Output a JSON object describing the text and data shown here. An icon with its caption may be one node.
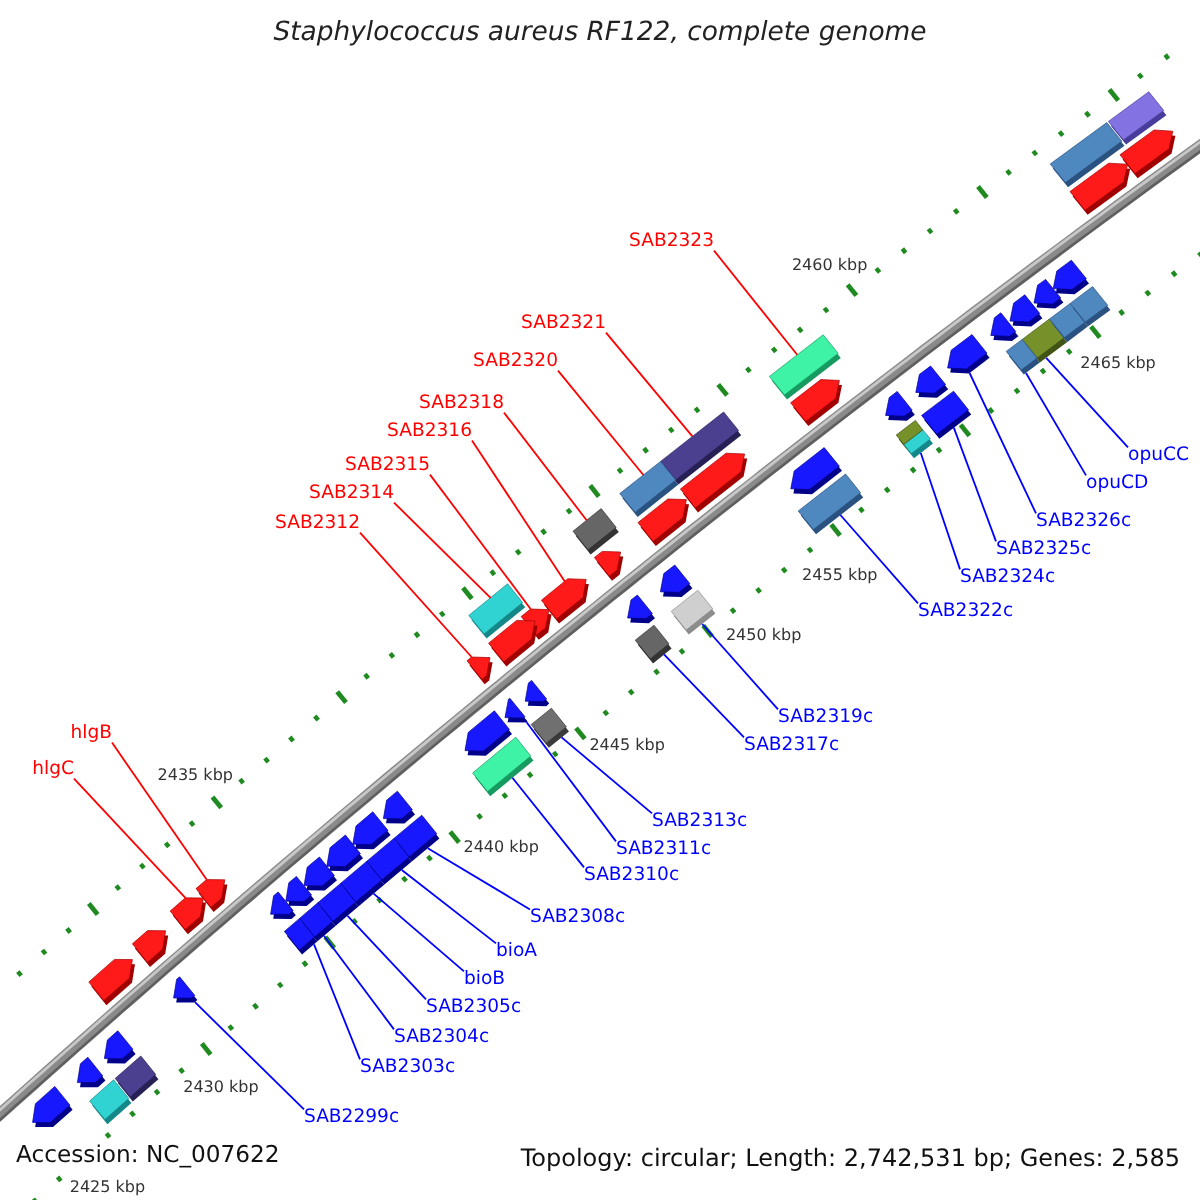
{
  "diagram": {
    "title": "Staphylococcus aureus RF122, complete genome",
    "nodes": [
      {
        "text": [
          "SAB2323"
        ]
      },
      {
        "text": [
          "SAB2321"
        ]
      },
      {
        "text": [
          "SAB2320"
        ]
      },
      {
        "text": [
          "SAB2318"
        ]
      },
      {
        "text": [
          "SAB2316"
        ]
      },
      {
        "text": [
          "SAB2315"
        ]
      },
      {
        "text": [
          "SAB2314"
        ]
      },
      {
        "text": [
          "SAB2312"
        ]
      },
      {
        "text": [
          "hlgB"
        ]
      },
      {
        "text": [
          "hlgC"
        ]
      },
      {
        "text": [
          "opuCC"
        ]
      },
      {
        "text": [
          "opuCD"
        ]
      },
      {
        "text": [
          "SAB2326c"
        ]
      },
      {
        "text": [
          "SAB2325c"
        ]
      },
      {
        "text": [
          "SAB2324c"
        ]
      },
      {
        "text": [
          "SAB2322c"
        ]
      },
      {
        "text": [
          "SAB2319c"
        ]
      },
      {
        "text": [
          "SAB2317c"
        ]
      },
      {
        "text": [
          "SAB2313c"
        ]
      },
      {
        "text": [
          "SAB2311c"
        ]
      },
      {
        "text": [
          "SAB2310c"
        ]
      },
      {
        "text": [
          "SAB2308c"
        ]
      },
      {
        "text": [
          "bioA"
        ]
      },
      {
        "text": [
          "bioB"
        ]
      },
      {
        "text": [
          "SAB2305c"
        ]
      },
      {
        "text": [
          "SAB2304c"
        ]
      },
      {
        "text": [
          "SAB2303c"
        ]
      },
      {
        "text": [
          "SAB2299c"
        ]
      },
      {
        "text": [],
        "shape": "box"
      },
      {
        "text": [],
        "shape": "box"
      },
      {
        "text": [],
        "shape": "box"
      },
      {
        "text": [],
        "shape": "box"
      },
      {
        "text": [],
        "shape": "arrow"
      },
      {
        "text": [],
        "shape": "arrow"
      },
      {
        "text": [],
        "shape": "box"
      },
      {
        "text": [],
        "shape": "arrow"
      },
      {
        "text": [],
        "shape": "arrow"
      },
      {
        "text": [],
        "shape": "arrow"
      },
      {
        "text": [],
        "shape": "box"
      },
      {
        "text": [],
        "shape": "box"
      },
      {
        "text": [],
        "shape": "arrow"
      },
      {
        "text": [],
        "shape": "box"
      },
      {
        "text": [],
        "shape": "box"
      },
      {
        "text": [],
        "shape": "box"
      },
      {
        "text": [],
        "shape": "box"
      },
      {
        "text": [],
        "shape": "box"
      },
      {
        "text": [],
        "shape": "box"
      },
      {
        "text": [],
        "shape": "arrow"
      },
      {
        "text": [],
        "shape": "box"
      },
      {
        "text": [],
        "shape": "box"
      },
      {
        "text": [],
        "shape": "box"
      },
      {
        "text": [],
        "shape": "box"
      },
      {
        "text": [],
        "shape": "box"
      },
      {
        "text": [],
        "shape": "box"
      },
      {
        "text": [],
        "shape": "box"
      },
      {
        "text": [],
        "shape": "arrow"
      },
      {
        "text": [],
        "shape": "arrow"
      },
      {
        "text": [],
        "shape": "arrow"
      },
      {
        "text": [],
        "shape": "arrow"
      },
      {
        "text": [],
        "shape": "arrow"
      },
      {
        "text": [],
        "shape": "arrow"
      },
      {
        "text": [],
        "shape": "arrow"
      },
      {
        "text": [],
        "shape": "arrow"
      },
      {
        "text": [],
        "shape": "arrow"
      },
      {
        "text": [],
        "shape": "arrow"
      },
      {
        "text": [],
        "shape": "arrow"
      },
      {
        "text": [],
        "shape": "arrow"
      },
      {
        "text": [],
        "shape": "arrow"
      },
      {
        "text": [],
        "shape": "arrow"
      },
      {
        "text": [],
        "shape": "arrow"
      },
      {
        "text": [],
        "shape": "arrow"
      },
      {
        "text": [],
        "shape": "arrow"
      },
      {
        "text": [],
        "shape": "arrow"
      },
      {
        "text": [],
        "shape": "arrow"
      },
      {
        "text": [],
        "shape": "arrow"
      },
      {
        "text": [],
        "shape": "arrow"
      },
      {
        "text": [],
        "shape": "box"
      },
      {
        "text": [],
        "shape": "box"
      },
      {
        "text": [],
        "shape": "box"
      },
      {
        "text": [],
        "shape": "box"
      },
      {
        "text": [],
        "shape": "arrow"
      },
      {
        "text": [],
        "shape": "arrow"
      },
      {
        "text": [],
        "shape": "arrow"
      },
      {
        "text": [],
        "shape": "arrow"
      },
      {
        "text": [],
        "shape": "arrow"
      },
      {
        "text": [],
        "shape": "arrow"
      },
      {
        "text": [],
        "shape": "arrow"
      },
      {
        "text": [],
        "shape": "arrow"
      },
      {
        "text": [],
        "shape": "arrow"
      },
      {
        "text": [],
        "shape": "box"
      },
      {
        "text": [],
        "shape": "box"
      }
    ],
    "edges": [
      {
        "from": 0,
        "to": 28,
        "arrow": "none",
        "color": "#ff0000"
      },
      {
        "from": 1,
        "to": 29,
        "arrow": "none",
        "color": "#ff0000"
      },
      {
        "from": 2,
        "to": 30,
        "arrow": "none",
        "color": "#ff0000"
      },
      {
        "from": 3,
        "to": 31,
        "arrow": "none",
        "color": "#ff0000"
      },
      {
        "from": 4,
        "to": 32,
        "arrow": "none",
        "color": "#ff0000"
      },
      {
        "from": 5,
        "to": 33,
        "arrow": "none",
        "color": "#ff0000"
      },
      {
        "from": 6,
        "to": 34,
        "arrow": "none",
        "color": "#ff0000"
      },
      {
        "from": 7,
        "to": 35,
        "arrow": "none",
        "color": "#ff0000"
      },
      {
        "from": 8,
        "to": 36,
        "arrow": "none",
        "color": "#ff0000"
      },
      {
        "from": 9,
        "to": 37,
        "arrow": "none",
        "color": "#ff0000"
      },
      {
        "from": 10,
        "to": 38,
        "arrow": "none"
      },
      {
        "from": 11,
        "to": 39,
        "arrow": "none"
      },
      {
        "from": 12,
        "to": 40,
        "arrow": "none"
      },
      {
        "from": 13,
        "to": 41,
        "arrow": "none"
      },
      {
        "from": 14,
        "to": 42,
        "arrow": "none"
      },
      {
        "from": 15,
        "to": 43,
        "arrow": "none"
      },
      {
        "from": 16,
        "to": 44,
        "arrow": "none"
      },
      {
        "from": 17,
        "to": 45,
        "arrow": "none"
      },
      {
        "from": 18,
        "to": 46,
        "arrow": "none"
      },
      {
        "from": 19,
        "to": 47,
        "arrow": "none"
      },
      {
        "from": 20,
        "to": 48,
        "arrow": "none"
      },
      {
        "from": 21,
        "to": 49,
        "arrow": "none"
      },
      {
        "from": 22,
        "to": 50,
        "arrow": "none"
      },
      {
        "from": 23,
        "to": 51,
        "arrow": "none"
      },
      {
        "from": 24,
        "to": 52,
        "arrow": "none"
      },
      {
        "from": 25,
        "to": 53,
        "arrow": "none"
      },
      {
        "from": 26,
        "to": 54,
        "arrow": "none"
      },
      {
        "from": 27,
        "to": 55,
        "arrow": "none"
      }
    ],
    "labels": [
      "2425 kbp",
      "2430 kbp",
      "2435 kbp",
      "2440 kbp",
      "2445 kbp",
      "2450 kbp",
      "2455 kbp",
      "2460 kbp",
      "2465 kbp",
      "Accession: NC_007622",
      "Topology: circular; Length: 2,742,531 bp; Genes: 2,585"
    ]
  }
}
